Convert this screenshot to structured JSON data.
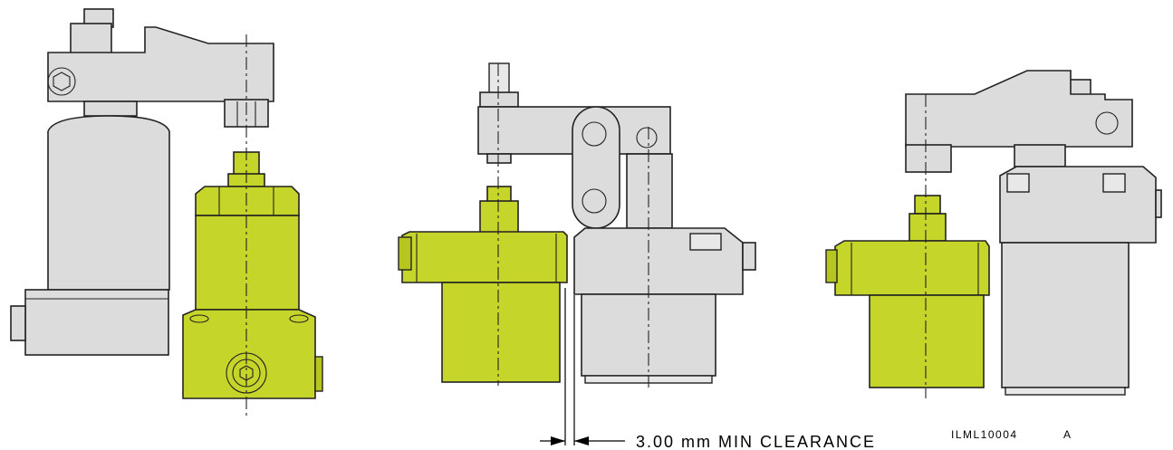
{
  "annotations": {
    "clearance_label": "3.00 mm MIN CLEARANCE",
    "drawing_id": "ILML10004",
    "revision": "A"
  },
  "colors": {
    "steel": "#dcdcdc",
    "highlight": "#c6d52a",
    "outline": "#222222"
  }
}
